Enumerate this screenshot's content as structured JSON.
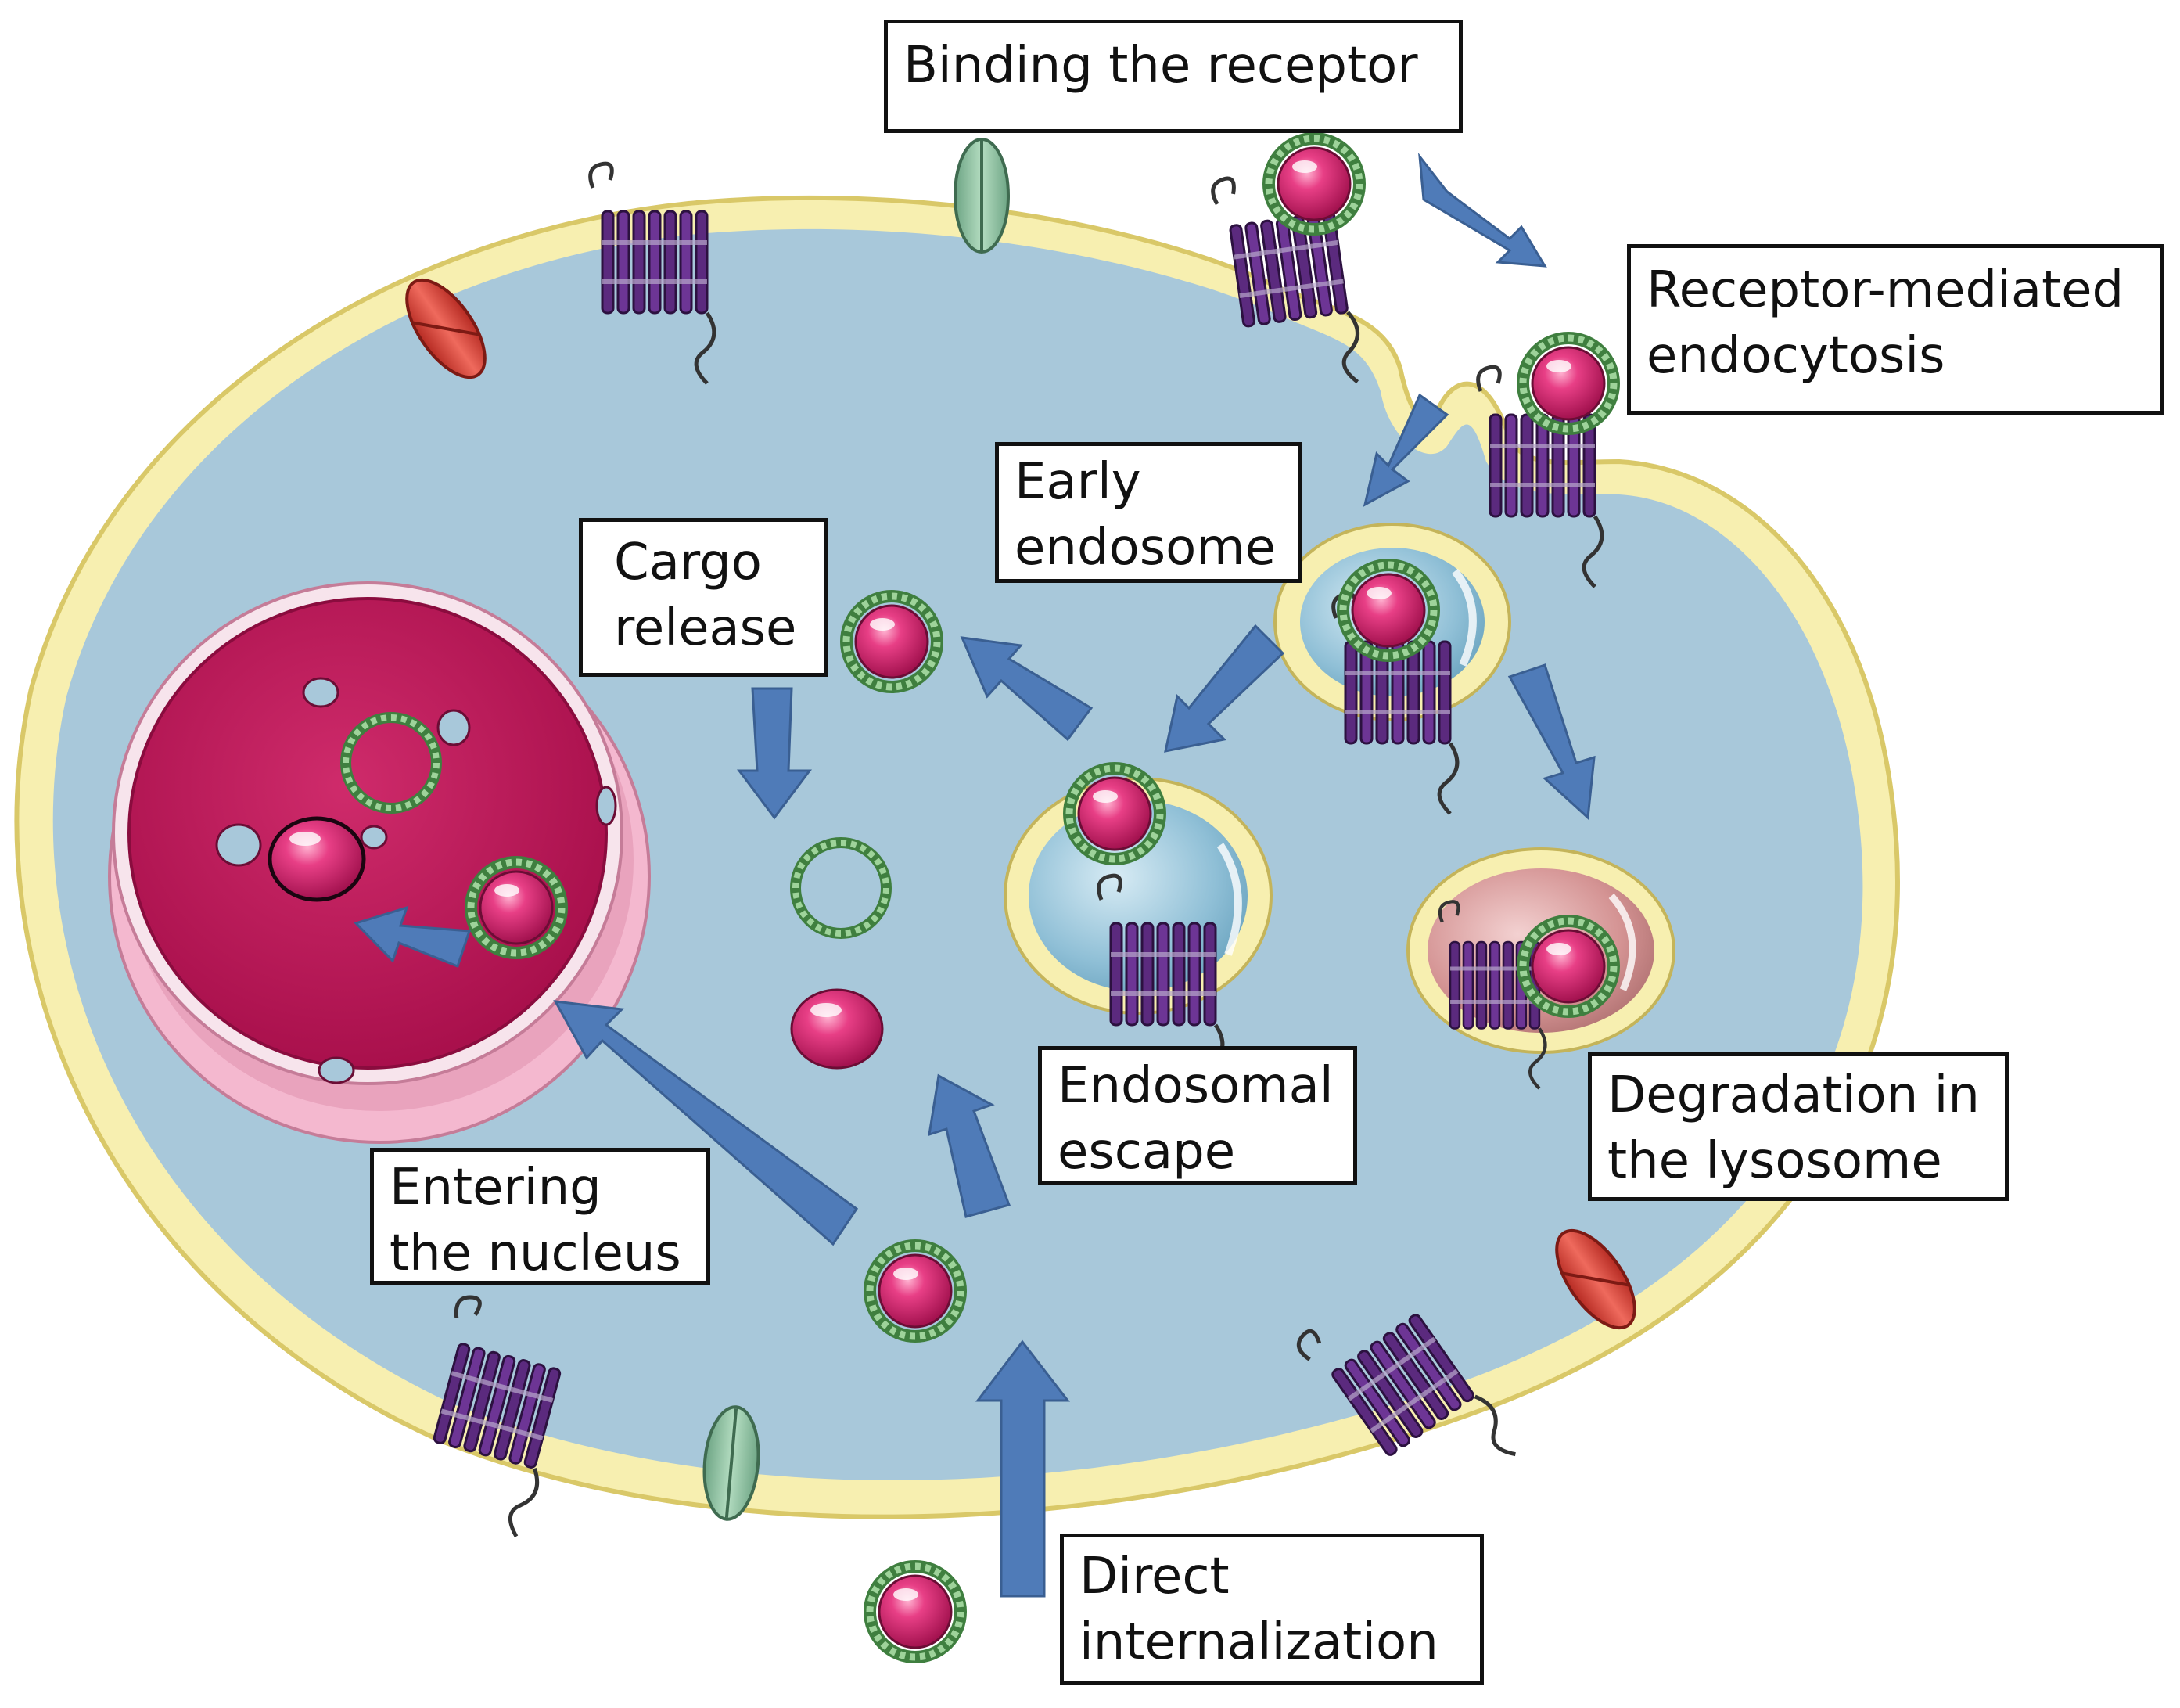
{
  "labels": {
    "binding_receptor": "Binding the receptor",
    "receptor_mediated_1": "Receptor-mediated",
    "receptor_mediated_2": "endocytosis",
    "early_endosome_1": "Early",
    "early_endosome_2": "endosome",
    "cargo_release_1": "Cargo",
    "cargo_release_2": "release",
    "endosomal_escape_1": "Endosomal",
    "endosomal_escape_2": "escape",
    "degradation_1": "Degradation in",
    "degradation_2": "the lysosome",
    "entering_nucleus_1": "Entering",
    "entering_nucleus_2": "the nucleus",
    "direct_internalization_1": "Direct",
    "direct_internalization_2": "internalization"
  },
  "colors": {
    "membrane": "#f7efb0",
    "membrane_edge": "#d9c868",
    "cytoplasm": "#a8c8da",
    "nucleus": "#c2185b",
    "nucleus_envelope": "#f4b8cf",
    "cargo": "#e0337a",
    "shell": "#5aa05a",
    "receptor": "#5b2a7e",
    "arrow": "#4f7bb8",
    "channel_green": "#86b99a",
    "channel_red": "#d9443a",
    "lysosome": "#d49a9a"
  }
}
